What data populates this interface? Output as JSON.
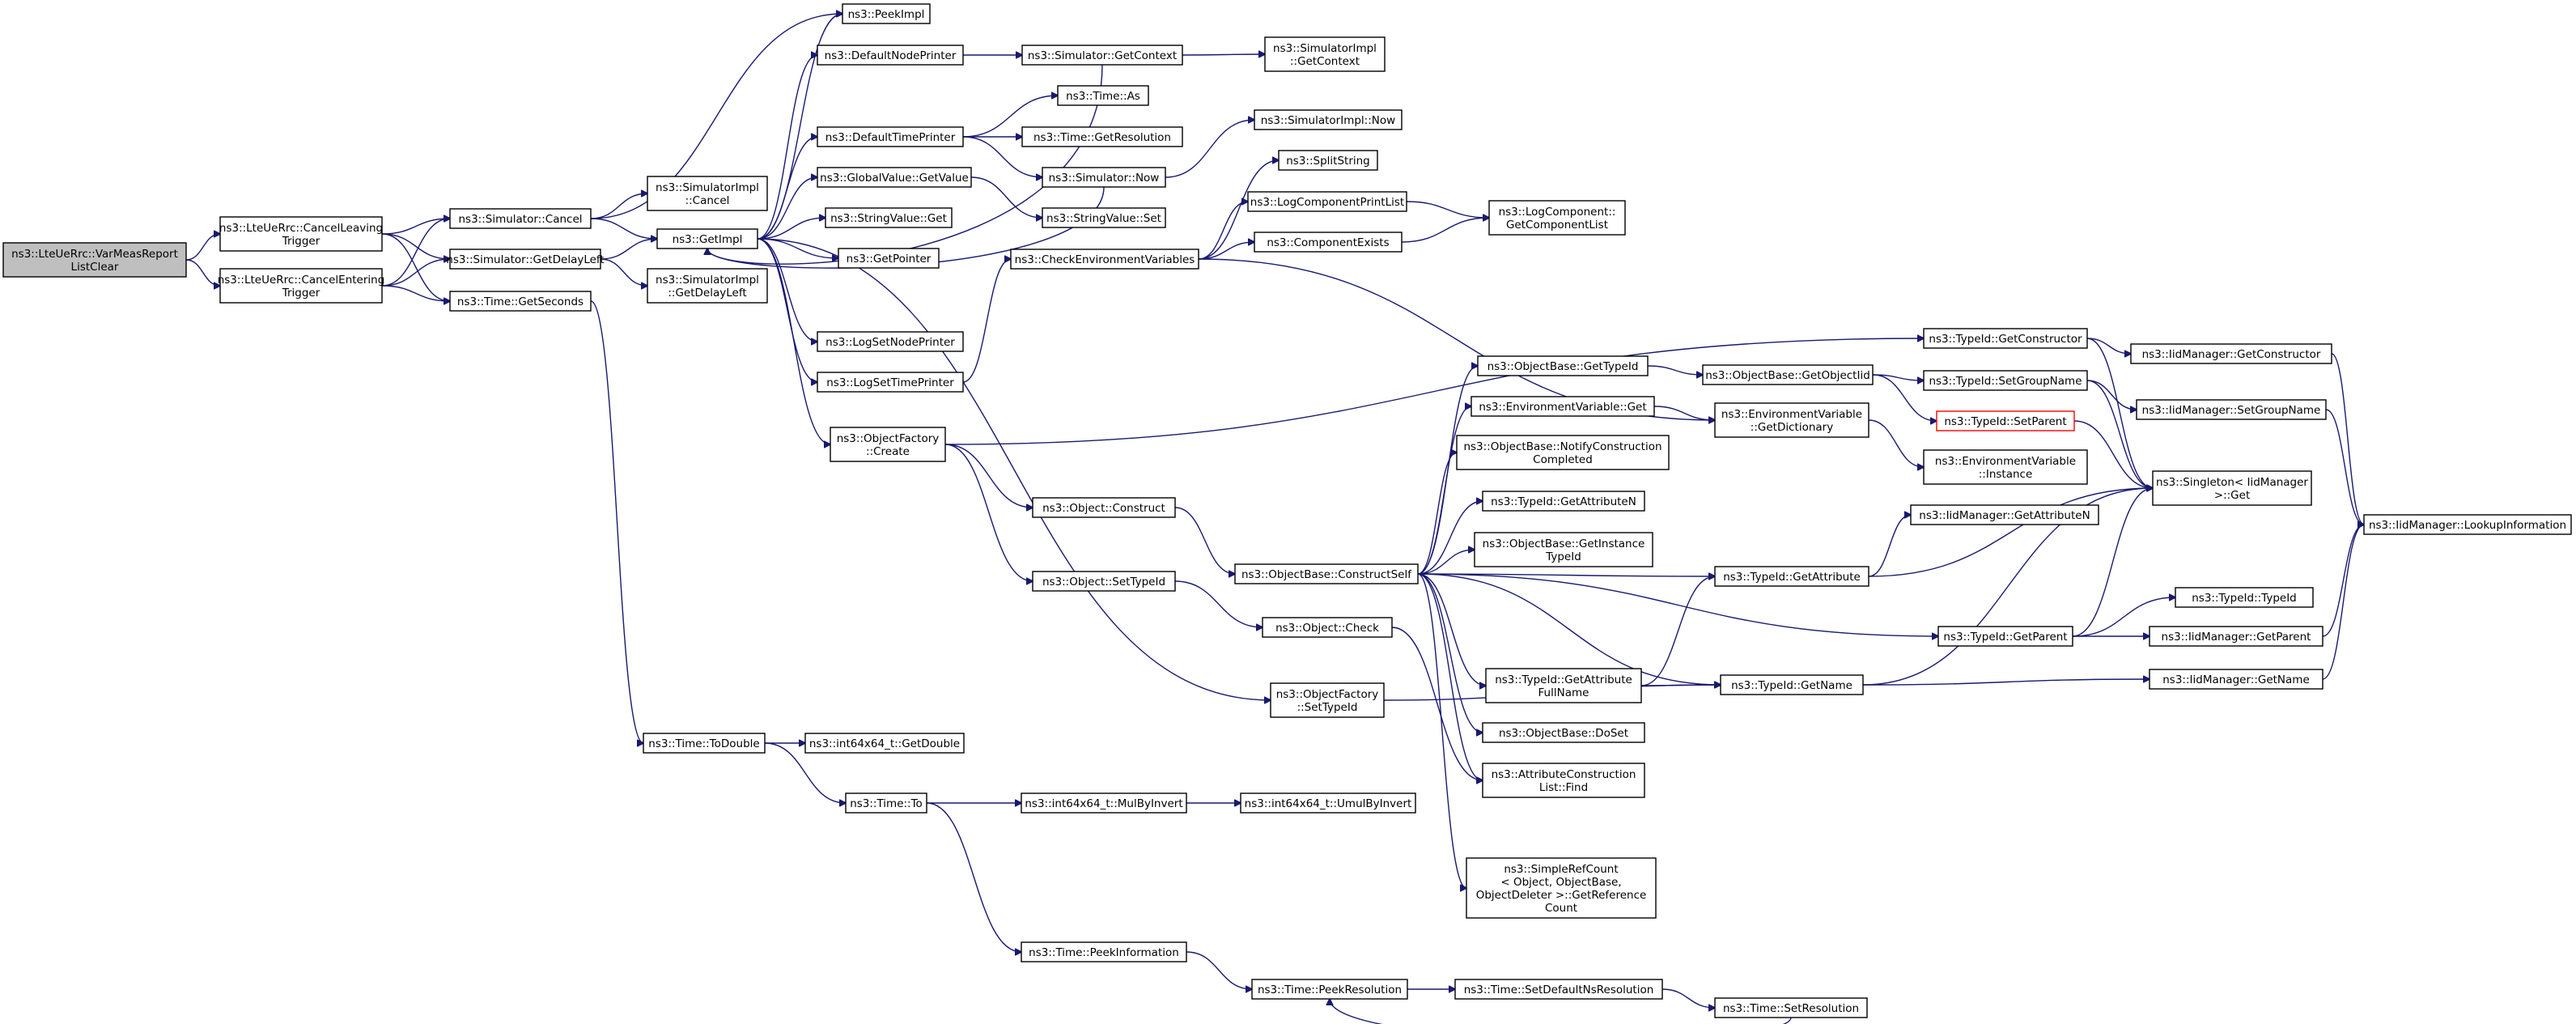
{
  "graph": {
    "type": "call-graph",
    "colors": {
      "edge": "#191970",
      "root_fill": "#bfbfbf",
      "node_border": "#000000",
      "highlight_border": "#ff0000",
      "background": "#ffffff"
    },
    "nodes": [
      {
        "id": "root",
        "lines": [
          "ns3::LteUeRrc::VarMeasReport",
          "ListClear"
        ],
        "style": "root"
      },
      {
        "id": "cancelLeaving",
        "lines": [
          "ns3::LteUeRrc::CancelLeaving",
          "Trigger"
        ]
      },
      {
        "id": "cancelEntering",
        "lines": [
          "ns3::LteUeRrc::CancelEntering",
          "Trigger"
        ]
      },
      {
        "id": "simCancel",
        "lines": [
          "ns3::Simulator::Cancel"
        ]
      },
      {
        "id": "simGetDelayLeft",
        "lines": [
          "ns3::Simulator::GetDelayLeft"
        ]
      },
      {
        "id": "timeGetSeconds",
        "lines": [
          "ns3::Time::GetSeconds"
        ]
      },
      {
        "id": "simImplCancel",
        "lines": [
          "ns3::SimulatorImpl",
          "::Cancel"
        ]
      },
      {
        "id": "getImpl",
        "lines": [
          "ns3::GetImpl"
        ]
      },
      {
        "id": "simImplGetDelayLeft",
        "lines": [
          "ns3::SimulatorImpl",
          "::GetDelayLeft"
        ]
      },
      {
        "id": "peekImpl",
        "lines": [
          "ns3::PeekImpl"
        ]
      },
      {
        "id": "defaultNodePrinter",
        "lines": [
          "ns3::DefaultNodePrinter"
        ]
      },
      {
        "id": "defaultTimePrinter",
        "lines": [
          "ns3::DefaultTimePrinter"
        ]
      },
      {
        "id": "globalValueGetValue",
        "lines": [
          "ns3::GlobalValue::GetValue"
        ]
      },
      {
        "id": "stringValueGet",
        "lines": [
          "ns3::StringValue::Get"
        ]
      },
      {
        "id": "getPointer",
        "lines": [
          "ns3::GetPointer"
        ]
      },
      {
        "id": "logSetNodePrinter",
        "lines": [
          "ns3::LogSetNodePrinter"
        ]
      },
      {
        "id": "logSetTimePrinter",
        "lines": [
          "ns3::LogSetTimePrinter"
        ]
      },
      {
        "id": "objectFactoryCreate",
        "lines": [
          "ns3::ObjectFactory",
          "::Create"
        ]
      },
      {
        "id": "simGetContext",
        "lines": [
          "ns3::Simulator::GetContext"
        ]
      },
      {
        "id": "timeAs",
        "lines": [
          "ns3::Time::As"
        ]
      },
      {
        "id": "timeGetResolution",
        "lines": [
          "ns3::Time::GetResolution"
        ]
      },
      {
        "id": "simNow",
        "lines": [
          "ns3::Simulator::Now"
        ]
      },
      {
        "id": "stringValueSet",
        "lines": [
          "ns3::StringValue::Set"
        ]
      },
      {
        "id": "simImplGetContext",
        "lines": [
          "ns3::SimulatorImpl",
          "::GetContext"
        ]
      },
      {
        "id": "simImplNow",
        "lines": [
          "ns3::SimulatorImpl::Now"
        ]
      },
      {
        "id": "splitString",
        "lines": [
          "ns3::SplitString"
        ]
      },
      {
        "id": "logComponentPrintList",
        "lines": [
          "ns3::LogComponentPrintList"
        ]
      },
      {
        "id": "checkEnvVars",
        "lines": [
          "ns3::CheckEnvironmentVariables"
        ]
      },
      {
        "id": "componentExists",
        "lines": [
          "ns3::ComponentExists"
        ]
      },
      {
        "id": "logComponentGetList",
        "lines": [
          "ns3::LogComponent::",
          "GetComponentList"
        ]
      },
      {
        "id": "objectConstruct",
        "lines": [
          "ns3::Object::Construct"
        ]
      },
      {
        "id": "objectSetTypeId",
        "lines": [
          "ns3::Object::SetTypeId"
        ]
      },
      {
        "id": "objectBaseConstructSelf",
        "lines": [
          "ns3::ObjectBase::ConstructSelf"
        ]
      },
      {
        "id": "objectCheck",
        "lines": [
          "ns3::Object::Check"
        ]
      },
      {
        "id": "objectFactorySetTypeId",
        "lines": [
          "ns3::ObjectFactory",
          "::SetTypeId"
        ]
      },
      {
        "id": "timeToDouble",
        "lines": [
          "ns3::Time::ToDouble"
        ]
      },
      {
        "id": "int64GetDouble",
        "lines": [
          "ns3::int64x64_t::GetDouble"
        ]
      },
      {
        "id": "timeTo",
        "lines": [
          "ns3::Time::To"
        ]
      },
      {
        "id": "int64MulByInvert",
        "lines": [
          "ns3::int64x64_t::MulByInvert"
        ]
      },
      {
        "id": "int64UmulByInvert",
        "lines": [
          "ns3::int64x64_t::UmulByInvert"
        ]
      },
      {
        "id": "timePeekInformation",
        "lines": [
          "ns3::Time::PeekInformation"
        ]
      },
      {
        "id": "timePeekResolution",
        "lines": [
          "ns3::Time::PeekResolution"
        ]
      },
      {
        "id": "timeSetDefaultNsResolution",
        "lines": [
          "ns3::Time::SetDefaultNsResolution"
        ]
      },
      {
        "id": "timeSetResolution",
        "lines": [
          "ns3::Time::SetResolution"
        ]
      },
      {
        "id": "objectBaseGetTypeId",
        "lines": [
          "ns3::ObjectBase::GetTypeId"
        ]
      },
      {
        "id": "envVarGet",
        "lines": [
          "ns3::EnvironmentVariable::Get"
        ]
      },
      {
        "id": "objectBaseNotifyConstruction",
        "lines": [
          "ns3::ObjectBase::NotifyConstruction",
          "Completed"
        ]
      },
      {
        "id": "typeIdGetAttributeN",
        "lines": [
          "ns3::TypeId::GetAttributeN"
        ]
      },
      {
        "id": "objectBaseGetInstanceTypeId",
        "lines": [
          "ns3::ObjectBase::GetInstance",
          "TypeId"
        ]
      },
      {
        "id": "typeIdGetAttributeFullName",
        "lines": [
          "ns3::TypeId::GetAttribute",
          "FullName"
        ]
      },
      {
        "id": "objectBaseDoSet",
        "lines": [
          "ns3::ObjectBase::DoSet"
        ]
      },
      {
        "id": "attrConstructionListFind",
        "lines": [
          "ns3::AttributeConstruction",
          "List::Find"
        ]
      },
      {
        "id": "simpleRefCount",
        "lines": [
          "ns3::SimpleRefCount",
          "< Object, ObjectBase,",
          "ObjectDeleter >::GetReference",
          "Count"
        ]
      },
      {
        "id": "typeIdGetConstructor",
        "lines": [
          "ns3::TypeId::GetConstructor"
        ]
      },
      {
        "id": "objectBaseGetObjectIid",
        "lines": [
          "ns3::ObjectBase::GetObjectIid"
        ]
      },
      {
        "id": "envVarGetDictionary",
        "lines": [
          "ns3::EnvironmentVariable",
          "::GetDictionary"
        ]
      },
      {
        "id": "envVarInstance",
        "lines": [
          "ns3::EnvironmentVariable",
          "::Instance"
        ]
      },
      {
        "id": "typeIdGetAttribute",
        "lines": [
          "ns3::TypeId::GetAttribute"
        ]
      },
      {
        "id": "typeIdGetName",
        "lines": [
          "ns3::TypeId::GetName"
        ]
      },
      {
        "id": "typeIdGetParent",
        "lines": [
          "ns3::TypeId::GetParent"
        ]
      },
      {
        "id": "typeIdSetGroupName",
        "lines": [
          "ns3::TypeId::SetGroupName"
        ]
      },
      {
        "id": "typeIdSetParent",
        "lines": [
          "ns3::TypeId::SetParent"
        ],
        "style": "red"
      },
      {
        "id": "iidManagerGetAttributeN",
        "lines": [
          "ns3::IidManager::GetAttributeN"
        ]
      },
      {
        "id": "iidManagerGetConstructor",
        "lines": [
          "ns3::IidManager::GetConstructor"
        ]
      },
      {
        "id": "iidManagerSetGroupName",
        "lines": [
          "ns3::IidManager::SetGroupName"
        ]
      },
      {
        "id": "singletonGet",
        "lines": [
          "ns3::Singleton< IidManager",
          ">::Get"
        ]
      },
      {
        "id": "typeIdTypeId",
        "lines": [
          "ns3::TypeId::TypeId"
        ]
      },
      {
        "id": "iidManagerGetParent",
        "lines": [
          "ns3::IidManager::GetParent"
        ]
      },
      {
        "id": "iidManagerGetName",
        "lines": [
          "ns3::IidManager::GetName"
        ]
      },
      {
        "id": "iidManagerLookupInformation",
        "lines": [
          "ns3::IidManager::LookupInformation"
        ]
      }
    ],
    "edges": [
      [
        "root",
        "cancelLeaving"
      ],
      [
        "root",
        "cancelEntering"
      ],
      [
        "cancelLeaving",
        "simCancel"
      ],
      [
        "cancelLeaving",
        "simGetDelayLeft"
      ],
      [
        "cancelLeaving",
        "timeGetSeconds"
      ],
      [
        "cancelEntering",
        "simCancel"
      ],
      [
        "cancelEntering",
        "simGetDelayLeft"
      ],
      [
        "cancelEntering",
        "timeGetSeconds"
      ],
      [
        "simCancel",
        "simImplCancel"
      ],
      [
        "simCancel",
        "getImpl"
      ],
      [
        "simCancel",
        "peekImpl"
      ],
      [
        "simGetDelayLeft",
        "getImpl"
      ],
      [
        "simGetDelayLeft",
        "simImplGetDelayLeft"
      ],
      [
        "timeGetSeconds",
        "timeToDouble"
      ],
      [
        "getImpl",
        "peekImpl"
      ],
      [
        "getImpl",
        "defaultNodePrinter"
      ],
      [
        "getImpl",
        "defaultTimePrinter"
      ],
      [
        "getImpl",
        "globalValueGetValue"
      ],
      [
        "getImpl",
        "stringValueGet"
      ],
      [
        "getImpl",
        "getPointer"
      ],
      [
        "getImpl",
        "logSetNodePrinter"
      ],
      [
        "getImpl",
        "logSetTimePrinter"
      ],
      [
        "getImpl",
        "objectFactoryCreate"
      ],
      [
        "getImpl",
        "objectFactorySetTypeId"
      ],
      [
        "defaultNodePrinter",
        "simGetContext"
      ],
      [
        "simGetContext",
        "getImpl"
      ],
      [
        "simGetContext",
        "simImplGetContext"
      ],
      [
        "defaultTimePrinter",
        "timeAs"
      ],
      [
        "defaultTimePrinter",
        "timeGetResolution"
      ],
      [
        "defaultTimePrinter",
        "simNow"
      ],
      [
        "simNow",
        "getImpl"
      ],
      [
        "simNow",
        "simImplNow"
      ],
      [
        "globalValueGetValue",
        "stringValueSet"
      ],
      [
        "logSetTimePrinter",
        "checkEnvVars"
      ],
      [
        "checkEnvVars",
        "splitString"
      ],
      [
        "checkEnvVars",
        "logComponentPrintList"
      ],
      [
        "checkEnvVars",
        "componentExists"
      ],
      [
        "checkEnvVars",
        "envVarGetDictionary"
      ],
      [
        "logComponentPrintList",
        "logComponentGetList"
      ],
      [
        "componentExists",
        "logComponentGetList"
      ],
      [
        "objectFactoryCreate",
        "typeIdGetConstructor"
      ],
      [
        "objectFactoryCreate",
        "objectConstruct"
      ],
      [
        "objectFactoryCreate",
        "objectSetTypeId"
      ],
      [
        "objectConstruct",
        "objectBaseConstructSelf"
      ],
      [
        "objectSetTypeId",
        "objectCheck"
      ],
      [
        "objectCheck",
        "attrConstructionListFind"
      ],
      [
        "objectFactorySetTypeId",
        "typeIdGetName"
      ],
      [
        "objectBaseConstructSelf",
        "objectBaseGetTypeId"
      ],
      [
        "objectBaseConstructSelf",
        "envVarGet"
      ],
      [
        "objectBaseConstructSelf",
        "objectBaseNotifyConstruction"
      ],
      [
        "objectBaseConstructSelf",
        "typeIdGetAttributeN"
      ],
      [
        "objectBaseConstructSelf",
        "objectBaseGetInstanceTypeId"
      ],
      [
        "objectBaseConstructSelf",
        "typeIdGetAttribute"
      ],
      [
        "objectBaseConstructSelf",
        "typeIdGetParent"
      ],
      [
        "objectBaseConstructSelf",
        "typeIdGetAttributeFullName"
      ],
      [
        "objectBaseConstructSelf",
        "objectBaseDoSet"
      ],
      [
        "objectBaseConstructSelf",
        "attrConstructionListFind"
      ],
      [
        "objectBaseConstructSelf",
        "simpleRefCount"
      ],
      [
        "objectBaseConstructSelf",
        "typeIdGetName"
      ],
      [
        "objectBaseGetTypeId",
        "objectBaseGetObjectIid"
      ],
      [
        "objectBaseGetObjectIid",
        "typeIdSetGroupName"
      ],
      [
        "objectBaseGetObjectIid",
        "typeIdSetParent"
      ],
      [
        "envVarGet",
        "envVarGetDictionary"
      ],
      [
        "envVarGetDictionary",
        "envVarInstance"
      ],
      [
        "typeIdGetAttributeFullName",
        "typeIdGetAttribute"
      ],
      [
        "typeIdGetAttributeFullName",
        "typeIdGetName"
      ],
      [
        "typeIdGetAttribute",
        "iidManagerGetAttributeN"
      ],
      [
        "typeIdGetAttribute",
        "singletonGet"
      ],
      [
        "typeIdGetName",
        "singletonGet"
      ],
      [
        "typeIdGetName",
        "iidManagerGetName"
      ],
      [
        "typeIdGetParent",
        "singletonGet"
      ],
      [
        "typeIdGetParent",
        "typeIdTypeId"
      ],
      [
        "typeIdGetParent",
        "iidManagerGetParent"
      ],
      [
        "typeIdGetConstructor",
        "iidManagerGetConstructor"
      ],
      [
        "typeIdGetConstructor",
        "singletonGet"
      ],
      [
        "typeIdSetGroupName",
        "iidManagerSetGroupName"
      ],
      [
        "typeIdSetGroupName",
        "singletonGet"
      ],
      [
        "typeIdSetParent",
        "singletonGet"
      ],
      [
        "iidManagerGetConstructor",
        "iidManagerLookupInformation"
      ],
      [
        "iidManagerSetGroupName",
        "iidManagerLookupInformation"
      ],
      [
        "iidManagerGetParent",
        "iidManagerLookupInformation"
      ],
      [
        "iidManagerGetName",
        "iidManagerLookupInformation"
      ],
      [
        "timeToDouble",
        "int64GetDouble"
      ],
      [
        "timeToDouble",
        "timeTo"
      ],
      [
        "timeTo",
        "int64MulByInvert"
      ],
      [
        "timeTo",
        "timePeekInformation"
      ],
      [
        "int64MulByInvert",
        "int64UmulByInvert"
      ],
      [
        "timePeekInformation",
        "timePeekResolution"
      ],
      [
        "timePeekResolution",
        "timeSetDefaultNsResolution"
      ],
      [
        "timeSetDefaultNsResolution",
        "timeSetResolution"
      ],
      [
        "timeSetResolution",
        "timePeekResolution"
      ]
    ]
  }
}
